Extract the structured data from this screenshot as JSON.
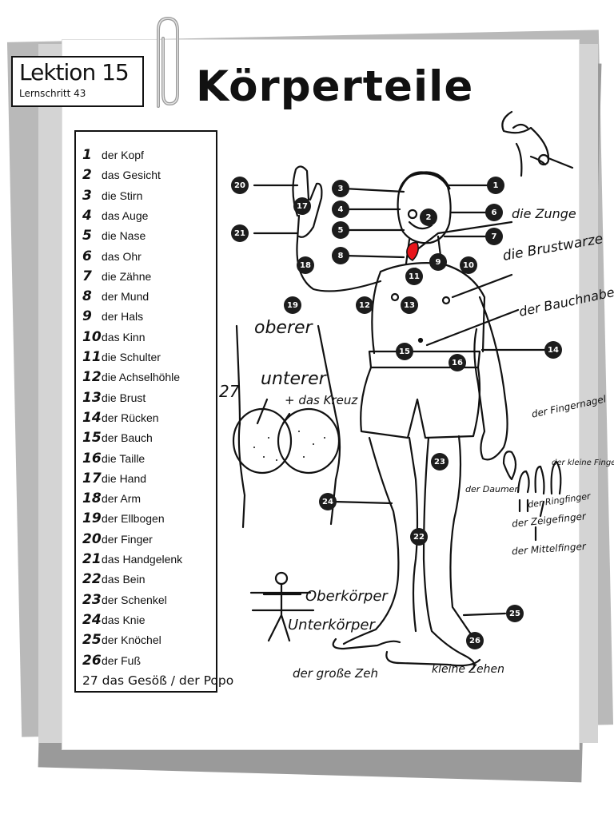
{
  "lesson": {
    "title": "Lektion 15",
    "step": "Lernschritt 43"
  },
  "page_title": "Körperteile",
  "vocabulary": [
    {
      "num": "1",
      "term": "der Kopf"
    },
    {
      "num": "2",
      "term": "das Gesicht"
    },
    {
      "num": "3",
      "term": "die Stirn"
    },
    {
      "num": "4",
      "term": "das Auge"
    },
    {
      "num": "5",
      "term": "die Nase"
    },
    {
      "num": "6",
      "term": "das Ohr"
    },
    {
      "num": "7",
      "term": "die Zähne"
    },
    {
      "num": "8",
      "term": "der Mund"
    },
    {
      "num": "9",
      "term": "der Hals"
    },
    {
      "num": "10",
      "term": "das Kinn"
    },
    {
      "num": "11",
      "term": "die Schulter"
    },
    {
      "num": "12",
      "term": "die Achselhöhle"
    },
    {
      "num": "13",
      "term": "die Brust"
    },
    {
      "num": "14",
      "term": "der Rücken"
    },
    {
      "num": "15",
      "term": "der Bauch"
    },
    {
      "num": "16",
      "term": "die Taille"
    },
    {
      "num": "17",
      "term": "die Hand"
    },
    {
      "num": "18",
      "term": "der Arm"
    },
    {
      "num": "19",
      "term": "der Ellbogen"
    },
    {
      "num": "20",
      "term": "der Finger"
    },
    {
      "num": "21",
      "term": "das Handgelenk"
    },
    {
      "num": "22",
      "term": "das Bein"
    },
    {
      "num": "23",
      "term": "der Schenkel"
    },
    {
      "num": "24",
      "term": "das Knie"
    },
    {
      "num": "25",
      "term": "der Knöchel"
    },
    {
      "num": "26",
      "term": "der Fuß"
    }
  ],
  "vocabulary_extra": "27 das Gesöß / der Popo",
  "markers": [
    "1",
    "2",
    "3",
    "4",
    "5",
    "6",
    "7",
    "8",
    "9",
    "10",
    "11",
    "12",
    "13",
    "14",
    "15",
    "16",
    "17",
    "18",
    "19",
    "20",
    "21",
    "22",
    "23",
    "24",
    "25",
    "26"
  ],
  "annotations": {
    "zunge": "die Zunge",
    "brustwarze": "die Brustwarze",
    "bauchnabel": "der Bauchnabel",
    "fingernagel": "der Fingernagel",
    "kleine_finger": "der kleine Finger",
    "ringfinger": "der Ringfinger",
    "daumen": "der Daumen",
    "zeigefinger": "der Zeigefinger",
    "mittelfinger": "der Mittelfinger",
    "oberer": "oberer",
    "unterer": "unterer",
    "kreuz": "+ das Kreuz",
    "num27": "27",
    "oberkoerper": "Oberkörper",
    "unterkoerper": "Unterkörper",
    "grosse_zeh": "der große Zeh",
    "kleine_zehen": "kleine Zehen"
  }
}
